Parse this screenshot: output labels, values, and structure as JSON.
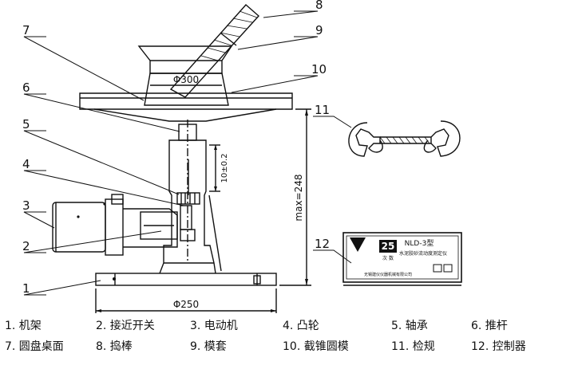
{
  "callouts": [
    "8",
    "9",
    "7",
    "10",
    "6",
    "5",
    "4",
    "3",
    "2",
    "1",
    "11",
    "12"
  ],
  "dimensions": {
    "pan_diameter": "Φ300",
    "base_diameter": "Φ250",
    "height": "max=248",
    "stroke": "10±0.2"
  },
  "controller": {
    "model": "NLD-3型",
    "name": "水泥胶砂流动度测定仪",
    "display": "25",
    "display_label": "次 数",
    "maker": "无锡建仪仪器机械有限公司"
  },
  "legend": [
    "1. 机架",
    "2. 接近开关",
    "3. 电动机",
    "4. 凸轮",
    "5. 轴承",
    "6. 推杆",
    "7. 圆盘桌面",
    "8. 捣棒",
    "9. 模套",
    "10. 截锥圆模",
    "11. 检规",
    "12. 控制器"
  ]
}
